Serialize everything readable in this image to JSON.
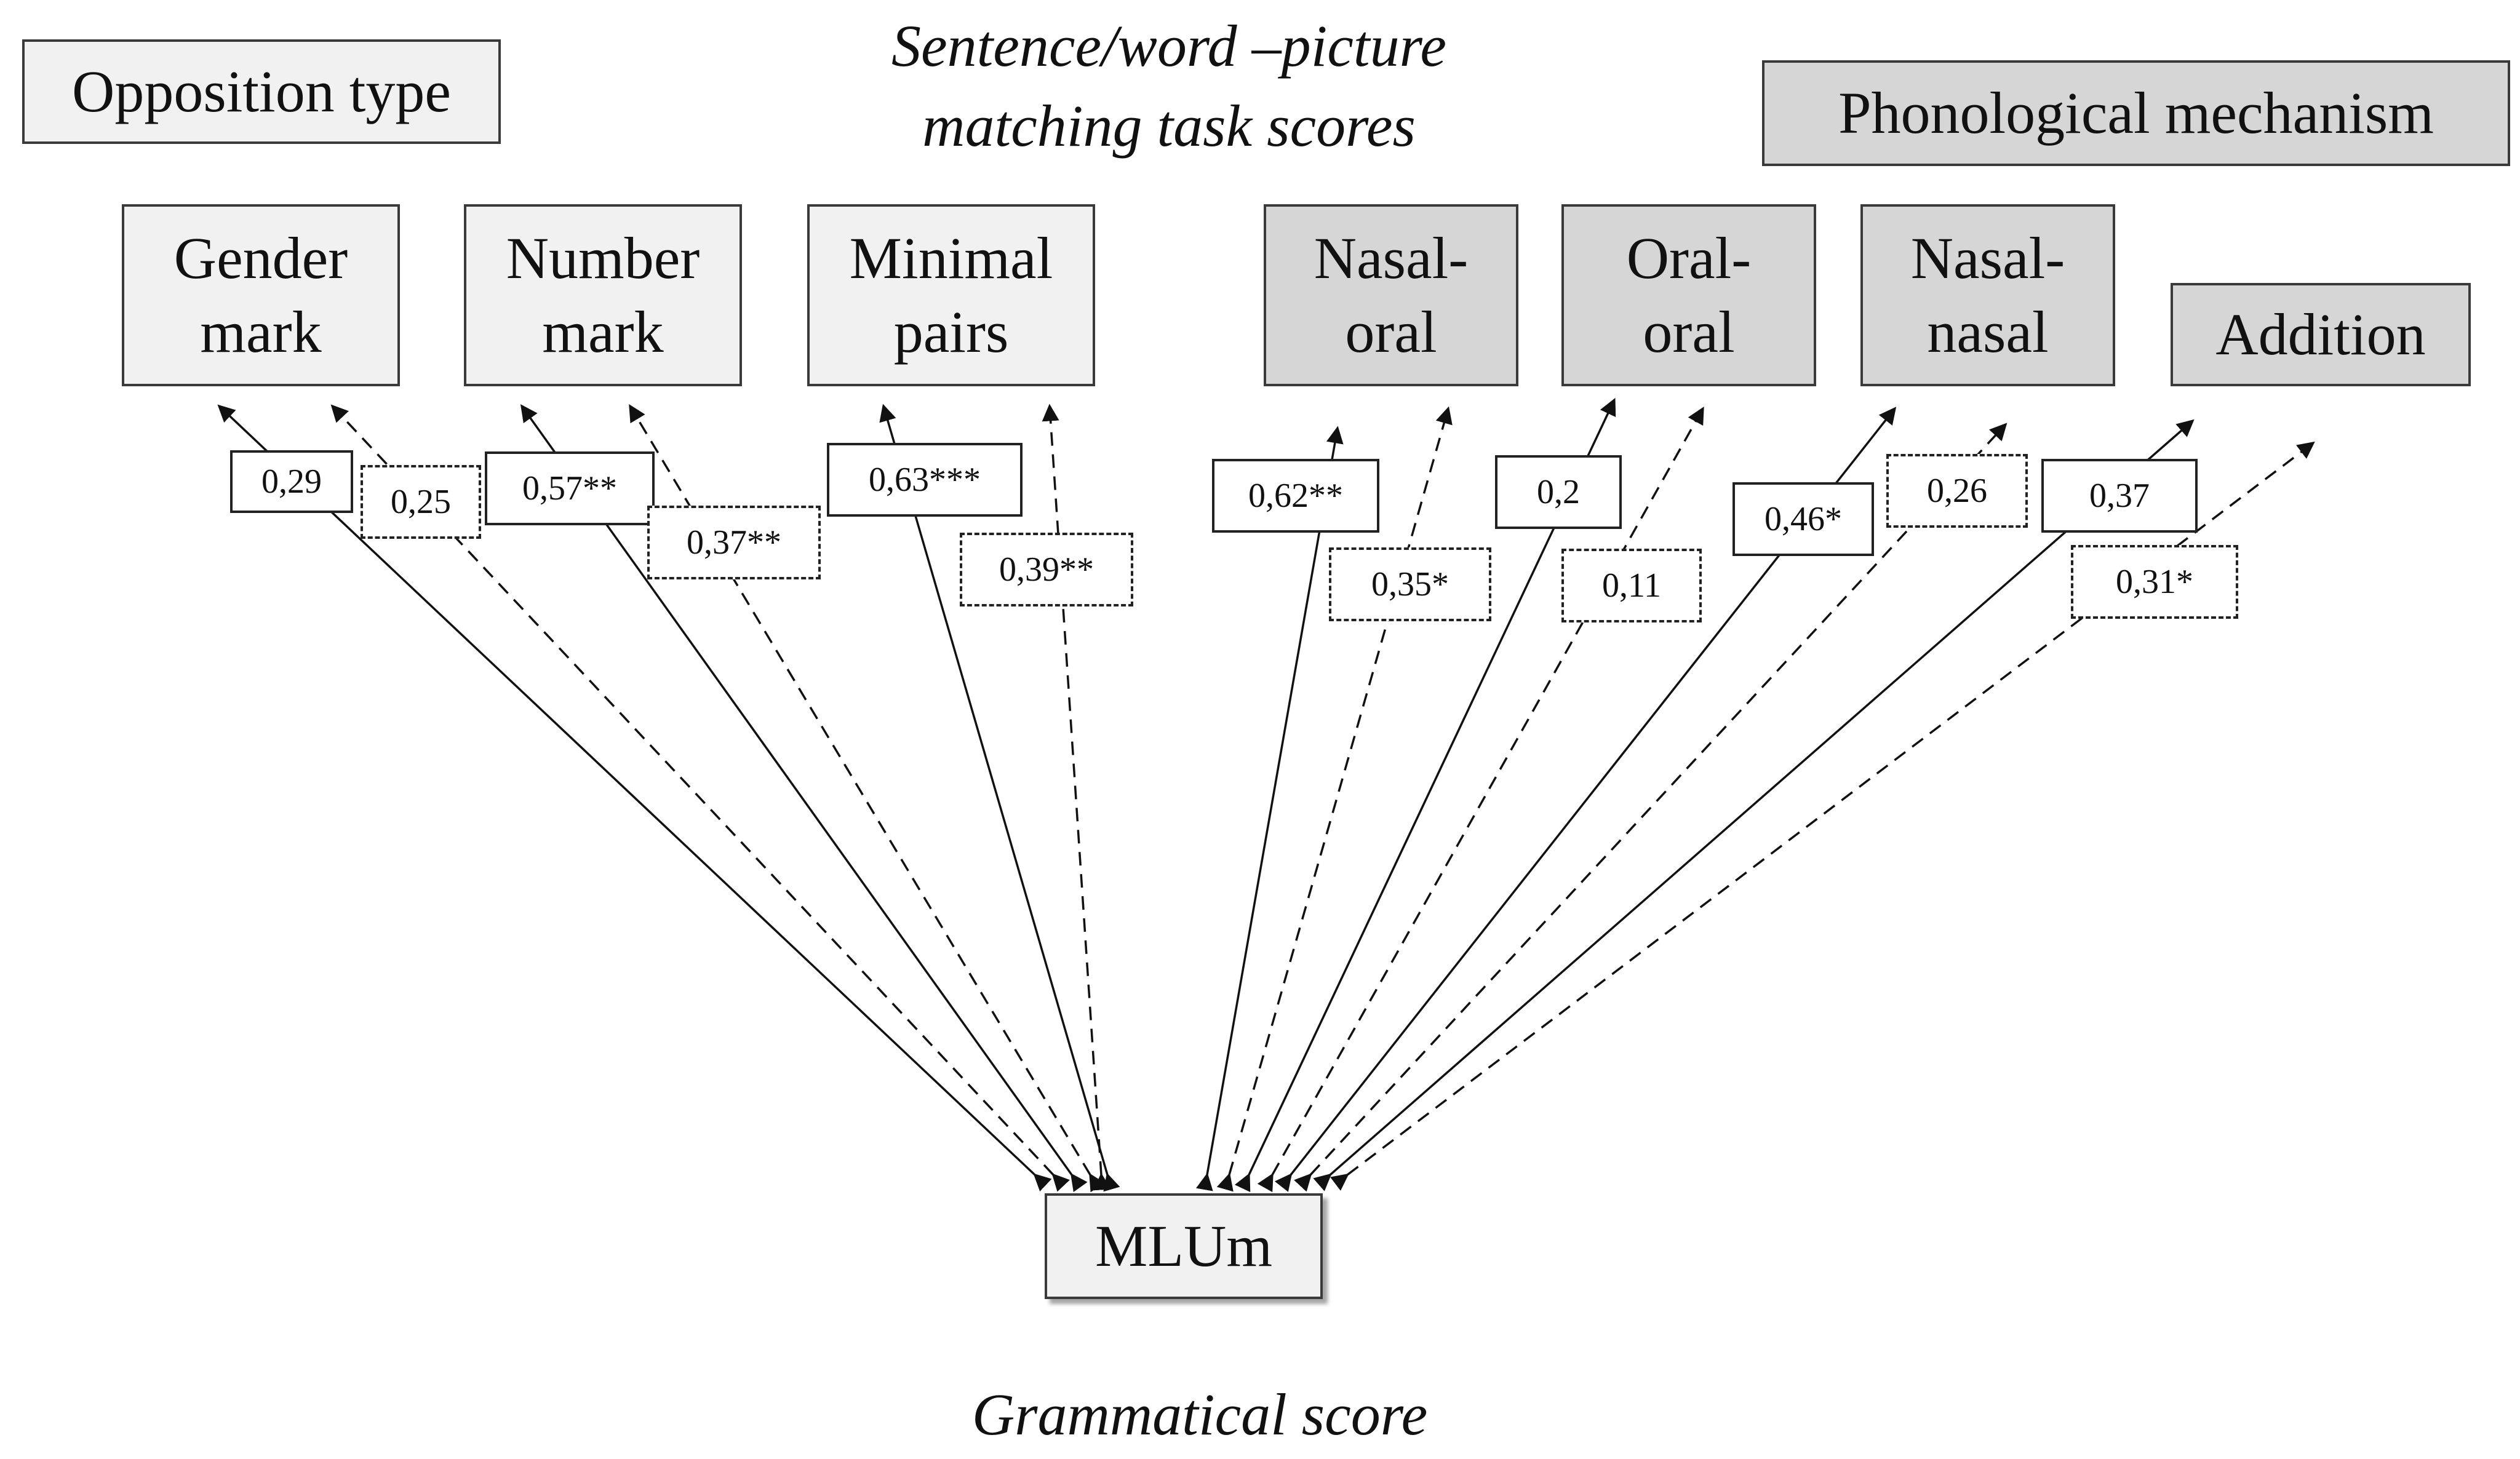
{
  "captions": {
    "top_line1": "Sentence/word –picture",
    "top_line2": "matching task scores",
    "bottom": "Grammatical score"
  },
  "groups": {
    "opposition_type": "Opposition type",
    "phonological_mechanism": "Phonological mechanism"
  },
  "nodes": {
    "gender_mark": [
      "Gender",
      "mark"
    ],
    "number_mark": [
      "Number",
      "mark"
    ],
    "minimal_pairs": [
      "Minimal",
      "pairs"
    ],
    "nasal_oral": [
      "Nasal-",
      "oral"
    ],
    "oral_oral": [
      "Oral-",
      "oral"
    ],
    "nasal_nasal": [
      "Nasal-",
      "nasal"
    ],
    "addition": "Addition",
    "mlum": "MLUm"
  },
  "edges": [
    {
      "target": "gender_mark",
      "style": "solid",
      "coef": "0,29"
    },
    {
      "target": "gender_mark",
      "style": "dashed",
      "coef": "0,25"
    },
    {
      "target": "number_mark",
      "style": "solid",
      "coef": "0,57**"
    },
    {
      "target": "number_mark",
      "style": "dashed",
      "coef": "0,37**"
    },
    {
      "target": "minimal_pairs",
      "style": "solid",
      "coef": "0,63***"
    },
    {
      "target": "minimal_pairs",
      "style": "dashed",
      "coef": "0,39**"
    },
    {
      "target": "nasal_oral",
      "style": "solid",
      "coef": "0,62**"
    },
    {
      "target": "nasal_oral",
      "style": "dashed",
      "coef": "0,35*"
    },
    {
      "target": "oral_oral",
      "style": "solid",
      "coef": "0,2"
    },
    {
      "target": "oral_oral",
      "style": "dashed",
      "coef": "0,11"
    },
    {
      "target": "nasal_nasal",
      "style": "solid",
      "coef": "0,46*"
    },
    {
      "target": "nasal_nasal",
      "style": "dashed",
      "coef": "0,26"
    },
    {
      "target": "addition",
      "style": "solid",
      "coef": "0,37"
    },
    {
      "target": "addition",
      "style": "dashed",
      "coef": "0,31*"
    }
  ]
}
